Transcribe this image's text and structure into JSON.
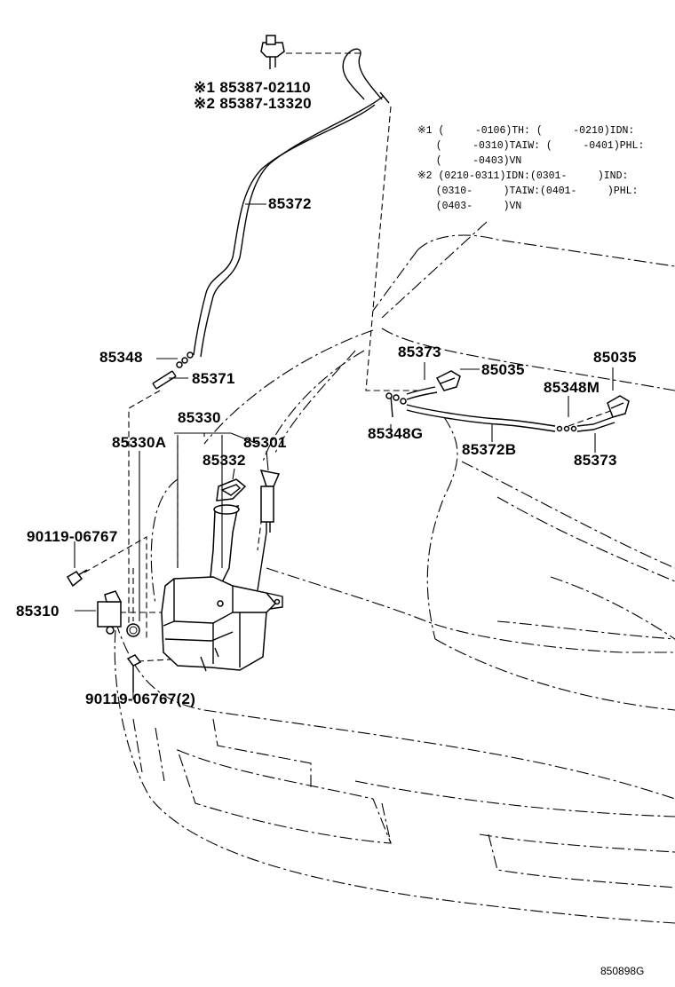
{
  "labels": {
    "p85387_1": "※1 85387-02110",
    "p85387_2": "※2 85387-13320",
    "p85372": "85372",
    "p85348": "85348",
    "p85371": "85371",
    "p85330": "85330",
    "p85330A": "85330A",
    "p85301": "85301",
    "p85332": "85332",
    "p90119a": "90119-06767",
    "p85310": "85310",
    "p90119b": "90119-06767(2)",
    "p85373a": "85373",
    "p85035a": "85035",
    "p85035b": "85035",
    "p85348M": "85348M",
    "p85348G": "85348G",
    "p85372B": "85372B",
    "p85373b": "85373"
  },
  "notes": {
    "line1": "※1 (     -0106)TH: (     -0210)IDN:",
    "line2": "   (     -0310)TAIW: (     -0401)PHL:",
    "line3": "   (     -0403)VN",
    "line4": "※2 (0210-0311)IDN:(0301-     )IND:",
    "line5": "   (0310-     )TAIW:(0401-     )PHL:",
    "line6": "   (0403-     )VN"
  },
  "figure_id": "850898G"
}
